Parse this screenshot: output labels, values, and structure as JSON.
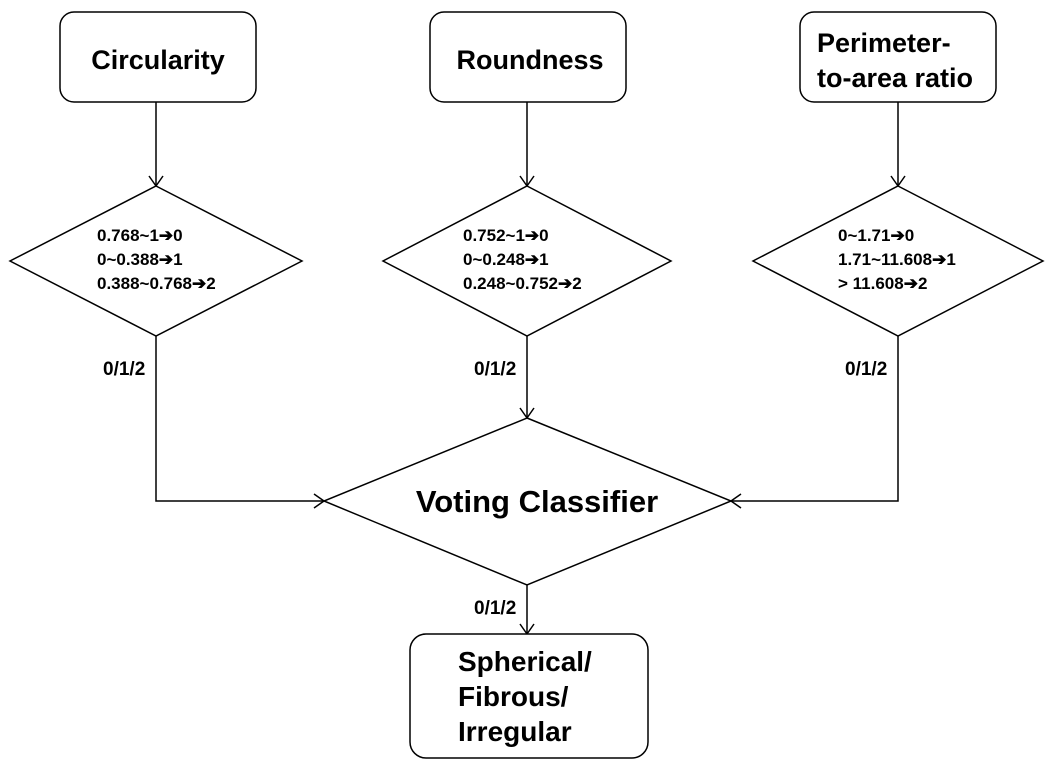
{
  "features": [
    {
      "title_lines": [
        "Circularity"
      ],
      "rules": [
        "0.768~1➔0",
        "0~0.388➔1",
        "0.388~0.768➔2"
      ],
      "edge_label": "0/1/2"
    },
    {
      "title_lines": [
        "Roundness"
      ],
      "rules": [
        "0.752~1➔0",
        "0~0.248➔1",
        "0.248~0.752➔2"
      ],
      "edge_label": "0/1/2"
    },
    {
      "title_lines": [
        "Perimeter-",
        "to-area ratio"
      ],
      "rules": [
        "0~1.71➔0",
        "1.71~11.608➔1",
        "> 11.608➔2"
      ],
      "edge_label": "0/1/2"
    }
  ],
  "classifier": {
    "label": "Voting Classifier",
    "output_edge_label": "0/1/2"
  },
  "output": {
    "lines": [
      "Spherical/",
      "Fibrous/",
      "Irregular"
    ]
  }
}
